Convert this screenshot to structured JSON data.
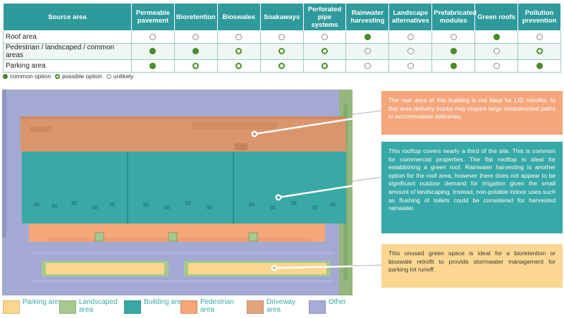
{
  "table": {
    "corner_label": "Source area",
    "columns": [
      "Permeable pavement",
      "Bioretention",
      "Bioswales",
      "Soakaways",
      "Perforated pipe systems",
      "Rainwater harvesting",
      "Landscape alternatives",
      "Prefabricated modules",
      "Green roofs",
      "Pollution prevention"
    ],
    "rows": [
      {
        "label": "Roof area",
        "values": [
          "unlikely",
          "unlikely",
          "unlikely",
          "unlikely",
          "unlikely",
          "common",
          "unlikely",
          "unlikely",
          "common",
          "unlikely"
        ]
      },
      {
        "label": "Pedestrian / landscaped / common areas",
        "values": [
          "common",
          "common",
          "possible",
          "possible",
          "possible",
          "unlikely",
          "unlikely",
          "common",
          "unlikely",
          "possible"
        ]
      },
      {
        "label": "Parking area",
        "values": [
          "common",
          "possible",
          "possible",
          "possible",
          "possible",
          "unlikely",
          "unlikely",
          "common",
          "unlikely",
          "common"
        ]
      }
    ]
  },
  "key": {
    "common": "common option",
    "possible": "possible option",
    "unlikely": "unlikely"
  },
  "callouts": {
    "rear": "The rear area of this building is not ideal for LID retrofits. In this area delivery trucks may require large unobstructed paths to accommodate deliveries.",
    "rooftop": "This rooftop covers nearly a third of the site. This is common for commercial properties. The flat rooftop is ideal for establishing a green roof. Rainwater harvesting is another option for the roof area, however there does not appear to be significant outdoor demand for irrigation given the small amount of landscaping. Instead, non-potable indoor uses such as flushing of toilets could be considered for harvested rainwater.",
    "greenspace": "This unused green space is ideal for a bioretention or bioswale retrofit to provide stormwater management for parking lot runoff."
  },
  "legend": [
    {
      "label": "Parking area",
      "color": "#fbd68e"
    },
    {
      "label": "Landscaped area",
      "color": "#a6c98f"
    },
    {
      "label": "Building area",
      "color": "#3aa9a6"
    },
    {
      "label": "Pedestrian area",
      "color": "#f5a77a"
    },
    {
      "label": "Driveway area",
      "color": "#e0a57f"
    },
    {
      "label": "Other",
      "color": "#a7acd6"
    }
  ],
  "colors": {
    "header": "#2f9a9c",
    "common": "#4a8f2a",
    "building": "#3aa9a6",
    "rear_area": "#d9956b",
    "other": "#a7acd6"
  }
}
